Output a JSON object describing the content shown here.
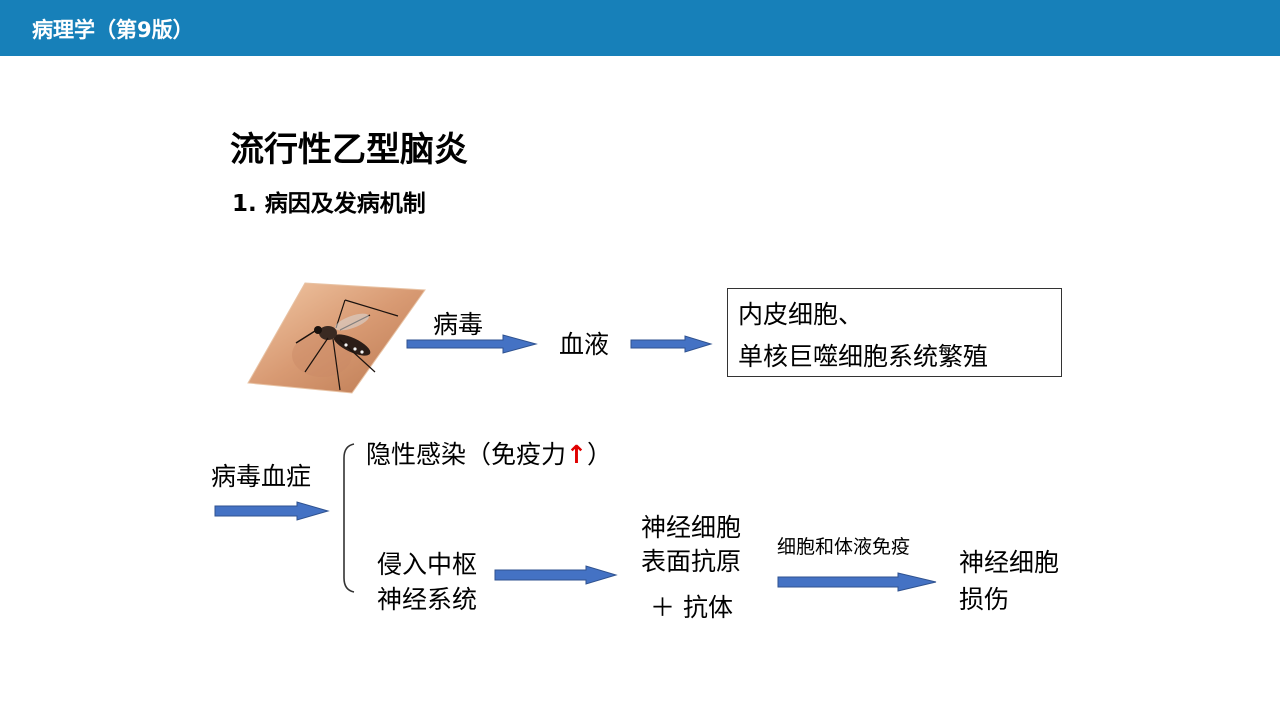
{
  "header": {
    "title": "病理学（第9版）"
  },
  "slide": {
    "title": "流行性乙型脑炎",
    "subtitle": "1. 病因及发病机制"
  },
  "diagram": {
    "row1": {
      "arrow1_label": "病毒",
      "node_blood": "血液",
      "box_line1": "内皮细胞、",
      "box_line2": "单核巨噬细胞系统繁殖"
    },
    "row2": {
      "viremia": "病毒血症",
      "branch_latent": "隐性感染（免疫力",
      "branch_latent_arrow": "↑",
      "branch_latent_close": "）",
      "invade_line1": "侵入中枢",
      "invade_line2": "神经系统",
      "antigen_line1": "神经细胞",
      "antigen_line2": "表面抗原",
      "antibody": "＋ 抗体",
      "immune_label": "细胞和体液免疫",
      "damage_line1": "神经细胞",
      "damage_line2": "损伤"
    },
    "colors": {
      "arrow_fill": "#4472c4",
      "arrow_stroke": "#2f528f",
      "header_bar": "#1780b9",
      "latent_arrow": "#e00000"
    },
    "image": {
      "icon": "mosquito-photo"
    }
  }
}
